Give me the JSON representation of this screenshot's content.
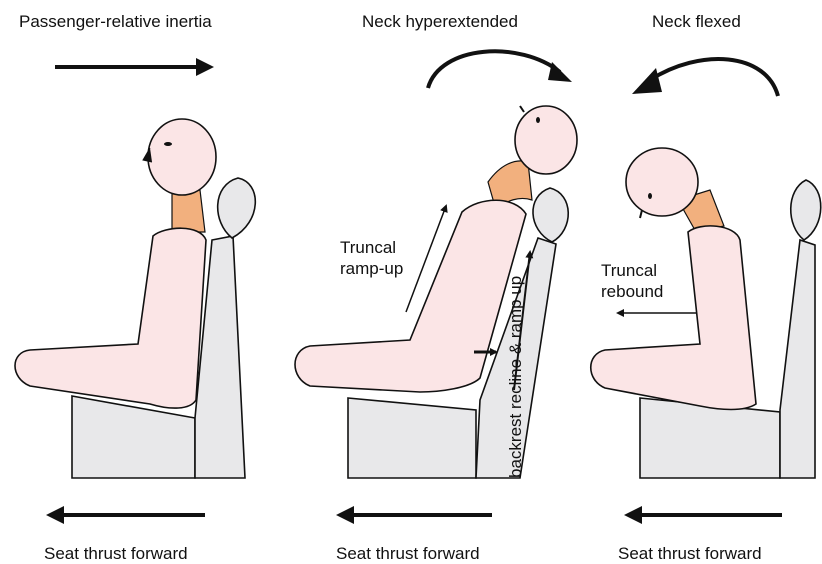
{
  "colors": {
    "skin": "#fbe5e6",
    "neck": "#f2b07e",
    "seat": "#e8e8ea",
    "outline": "#111111"
  },
  "panels": [
    {
      "title": "Passenger-relative inertia",
      "bottom_label": "Seat thrust forward"
    },
    {
      "title": "Neck hyperextended",
      "bottom_label": "Seat thrust forward",
      "annotations": {
        "truncal_ramp_up": [
          "Truncal",
          "ramp-up"
        ],
        "backrest_recline": "backrest recline & ramp up"
      }
    },
    {
      "title": "Neck flexed",
      "bottom_label": "Seat thrust forward",
      "annotations": {
        "truncal_rebound": [
          "Truncal",
          "rebound"
        ]
      }
    }
  ]
}
